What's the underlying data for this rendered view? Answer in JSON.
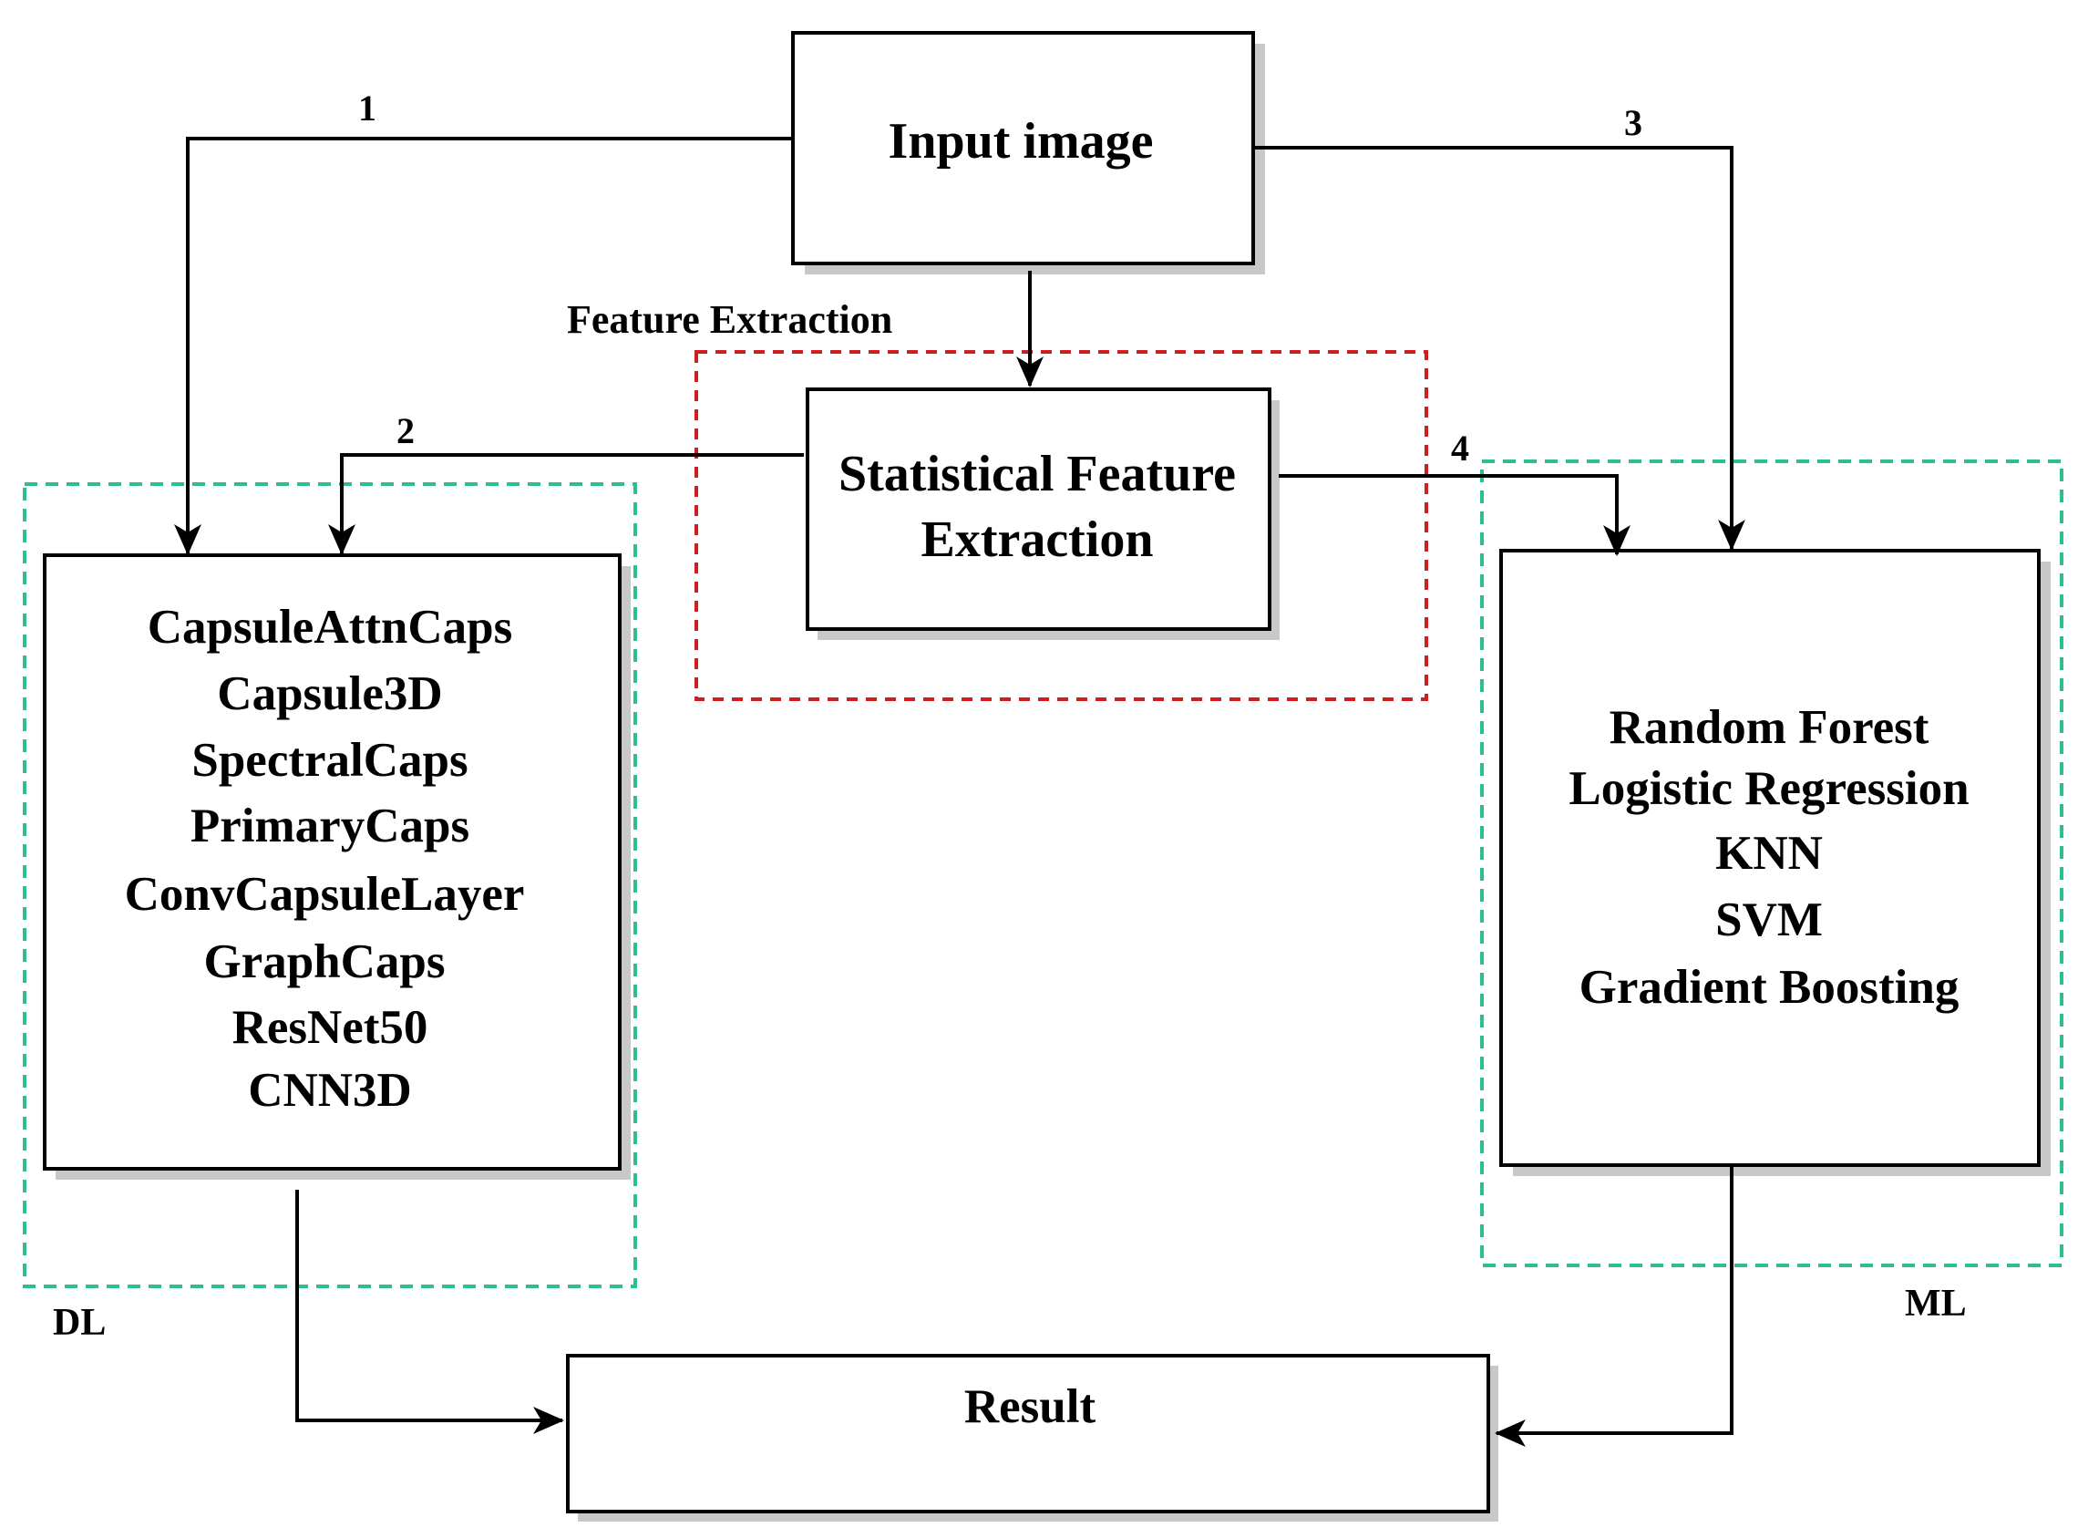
{
  "input_box": {
    "label": "Input image"
  },
  "feature_box": {
    "lines": [
      "Statistical Feature",
      "Extraction"
    ]
  },
  "feature_group": {
    "label": "Feature Extraction"
  },
  "dl_box": {
    "items": [
      "CapsuleAttnCaps",
      "Capsule3D",
      "SpectralCaps",
      "PrimaryCaps",
      "ConvCapsuleLayer",
      "GraphCaps",
      "ResNet50",
      "CNN3D"
    ]
  },
  "dl_group": {
    "label": "DL"
  },
  "ml_box": {
    "items": [
      "Random Forest",
      "Logistic Regression",
      "KNN",
      "SVM",
      "Gradient Boosting"
    ]
  },
  "ml_group": {
    "label": "ML"
  },
  "result_box": {
    "label": "Result"
  },
  "arrows": {
    "a1": "1",
    "a2": "2",
    "a3": "3",
    "a4": "4"
  },
  "colors": {
    "dl_ml_group": "#2ebf8c",
    "feature_group": "#cc1f1f",
    "box_stroke": "#000000",
    "shadow": "#c8c8c8"
  }
}
